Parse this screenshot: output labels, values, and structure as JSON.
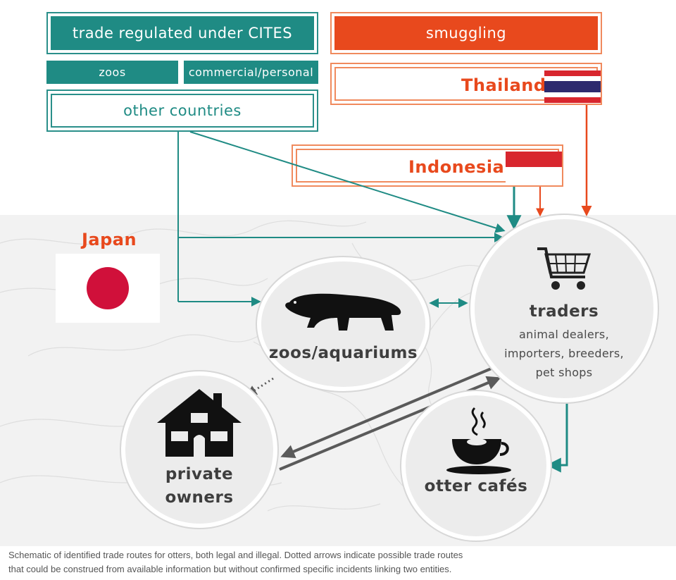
{
  "legal_group": {
    "title": "trade regulated under CITES",
    "zoos": "zoos",
    "commercial": "commercial/personal",
    "other_countries": "other countries"
  },
  "illegal_group": {
    "title": "smuggling",
    "thailand": "Thailand",
    "indonesia": "Indonesia"
  },
  "japan": {
    "label": "Japan"
  },
  "nodes": {
    "zoos": {
      "title": "zoos/aquariums",
      "icon": "otter-icon"
    },
    "traders": {
      "title": "traders",
      "sub": [
        "animal dealers,",
        "importers, breeders,",
        "pet shops"
      ],
      "icon": "shopping-cart-icon"
    },
    "private": {
      "title_line1": "private",
      "title_line2": "owners",
      "icon": "house-icon"
    },
    "cafes": {
      "title": "otter cafés",
      "icon": "coffee-cup-icon"
    }
  },
  "caption": {
    "line1": "Schematic of identified trade routes for otters, both legal and illegal. Dotted arrows indicate possible trade routes",
    "line2": "that could be construed from available information but without confirmed specific incidents linking two entities."
  },
  "colors": {
    "teal": "#1f8b84",
    "orange": "#e8491d",
    "grey_arrow": "#5a5a5a",
    "japan_red": "#d0103a",
    "thai_blue": "#2d2a6e",
    "thai_red": "#d8262e",
    "indo_red": "#d8262e"
  }
}
